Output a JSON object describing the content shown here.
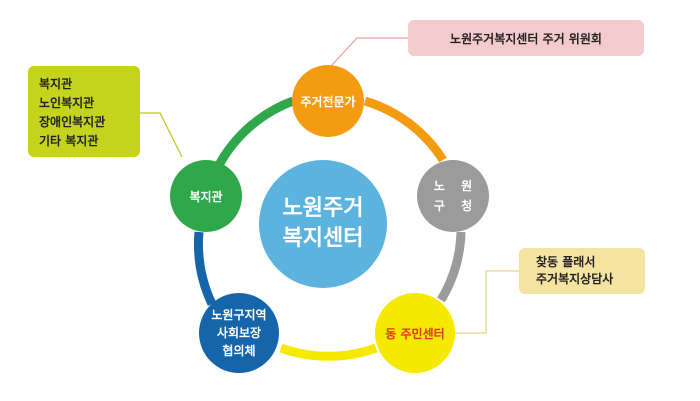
{
  "center": {
    "lines": [
      "노원주거",
      "복지센터"
    ],
    "color": "#5cb4de"
  },
  "nodes": {
    "housing_expert": {
      "label": "주거전문가",
      "color": "#f39c12"
    },
    "gu_office": {
      "lines": [
        "노 원",
        "구 청"
      ],
      "color": "#9b9b9b"
    },
    "dong_center": {
      "label": "동 주민센터",
      "color": "#f5e900",
      "text_color": "#e4322b"
    },
    "council": {
      "lines": [
        "노원구지역",
        "사회보장",
        "협의체"
      ],
      "color": "#1565ab"
    },
    "welfare_center": {
      "label": "복지관",
      "color": "#2ea84a"
    }
  },
  "callouts": {
    "committee": {
      "text": "노원주거복지센터 주거 위원회",
      "color": "#f4cbcc"
    },
    "welfare_list": {
      "items": [
        "복지관",
        "노인복지관",
        "장애인복지관",
        "기타 복지관"
      ],
      "color": "#c4d41c"
    },
    "dong_service": {
      "lines": [
        "찾동 플래서",
        "주거복지상담사"
      ],
      "color": "#f5e3a1"
    }
  }
}
